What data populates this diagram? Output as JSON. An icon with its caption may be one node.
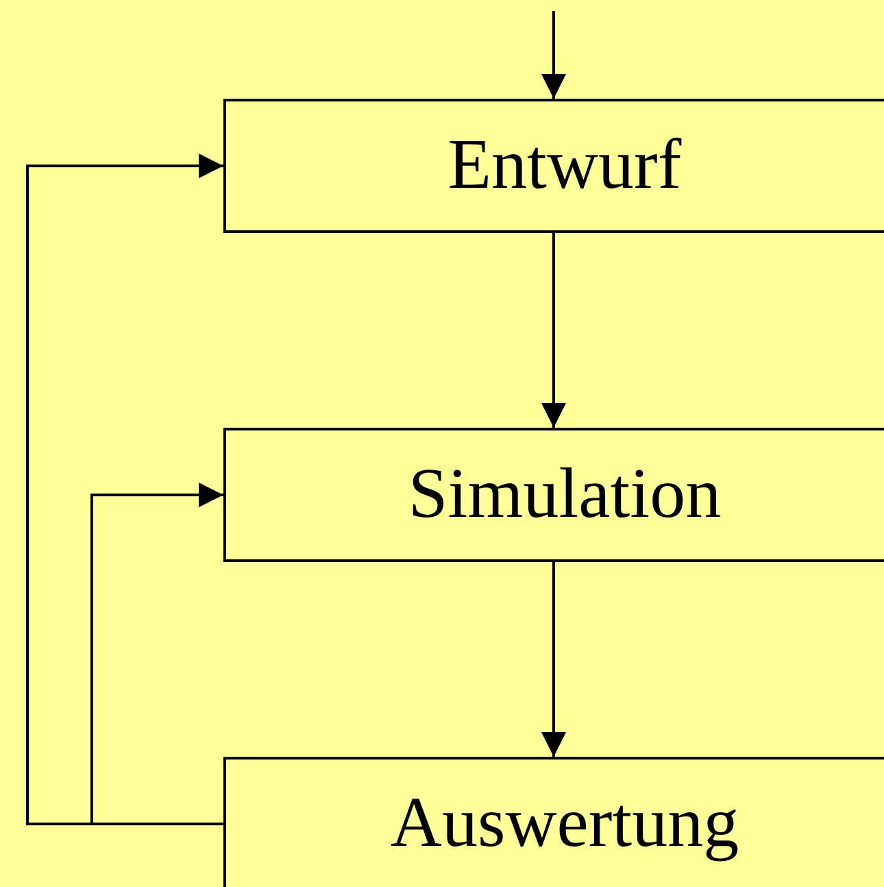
{
  "diagram": {
    "nodes": [
      {
        "text": [
          "Entwurf"
        ]
      },
      {
        "text": [
          "Simulation"
        ]
      },
      {
        "text": [
          "Auswertung"
        ]
      }
    ],
    "edges": [
      {
        "from": null,
        "to": 0,
        "arrow": "to"
      },
      {
        "from": 0,
        "to": 1,
        "arrow": "to"
      },
      {
        "from": 1,
        "to": 2,
        "arrow": "to"
      },
      {
        "from": 2,
        "to": 0,
        "arrow": "to"
      },
      {
        "from": 2,
        "to": 1,
        "arrow": "to"
      }
    ]
  }
}
